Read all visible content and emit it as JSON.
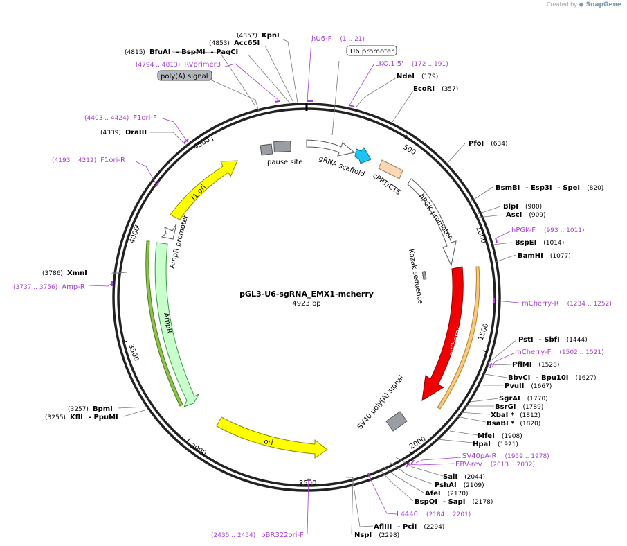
{
  "watermark": {
    "prefix": "Created by",
    "brand": "SnapGene"
  },
  "plasmid": {
    "name": "pGL3-U6-sgRNA_EMX1-mcherry",
    "length_label": "4923 bp",
    "length": 4923
  },
  "ticks": [
    {
      "pos": 500,
      "label": "500"
    },
    {
      "pos": 1000,
      "label": "1000"
    },
    {
      "pos": 1500,
      "label": "1500"
    },
    {
      "pos": 2000,
      "label": "2000"
    },
    {
      "pos": 2500,
      "label": "2500"
    },
    {
      "pos": 3000,
      "label": "3000"
    },
    {
      "pos": 3500,
      "label": "3500"
    },
    {
      "pos": 4000,
      "label": "4000"
    },
    {
      "pos": 4500,
      "label": "4500"
    }
  ],
  "features": [
    {
      "label": "pause site",
      "color": "#9a9ea4"
    },
    {
      "label": "gRNA scaffold",
      "color": "#ffffff"
    },
    {
      "label": "",
      "color": "#1ec4f0"
    },
    {
      "label": "cPPT/CTS",
      "color": "#fbd8b4"
    },
    {
      "label": "hPGK promoter",
      "color": "#ffffff"
    },
    {
      "label": "Kozak sequence",
      "color": "#9a9ea4"
    },
    {
      "label": "mCherry",
      "color": "#f00000"
    },
    {
      "label": "SV40 poly(A) signal",
      "color": "#9a9ea4"
    },
    {
      "label": "ori",
      "color": "#ffff00"
    },
    {
      "label": "AmpR",
      "color": "#c8ffcc"
    },
    {
      "label": "AmpR promoter",
      "color": "#ffffff"
    },
    {
      "label": "f1 ori",
      "color": "#ffff00"
    }
  ],
  "sites_right": [
    {
      "parts": [
        "EcoRI",
        "(357)"
      ]
    },
    {
      "parts": [
        "PfoI",
        "(634)"
      ]
    },
    {
      "parts": [
        "BsmBI",
        "- Esp3I",
        "- SpeI",
        "(820)"
      ]
    },
    {
      "parts": [
        "BlpI",
        "(900)"
      ]
    },
    {
      "parts": [
        "AscI",
        "(909)"
      ]
    },
    {
      "parts": [
        "BspEI",
        "(1014)"
      ]
    },
    {
      "parts": [
        "BamHI",
        "(1077)"
      ]
    },
    {
      "parts": [
        "PstI",
        "- SbfI",
        "(1444)"
      ]
    },
    {
      "parts": [
        "PflMI",
        "(1528)"
      ]
    },
    {
      "parts": [
        "BbvCI",
        "- Bpu10I",
        "(1627)"
      ]
    },
    {
      "parts": [
        "PvuII",
        "(1667)"
      ]
    },
    {
      "parts": [
        "SgrAI",
        "(1770)"
      ]
    },
    {
      "parts": [
        "BsrGI",
        "(1789)"
      ]
    },
    {
      "parts": [
        "XbaI *",
        "(1812)"
      ]
    },
    {
      "parts": [
        "BsaBI *",
        "(1820)"
      ]
    },
    {
      "parts": [
        "MfeI",
        "(1908)"
      ]
    },
    {
      "parts": [
        "HpaI",
        "(1921)"
      ]
    },
    {
      "parts": [
        "SalI",
        "(2044)"
      ]
    },
    {
      "parts": [
        "PshAI",
        "(2109)"
      ]
    },
    {
      "parts": [
        "AfeI",
        "(2170)"
      ]
    },
    {
      "parts": [
        "BspQI",
        "- SapI",
        "(2178)"
      ]
    },
    {
      "parts": [
        "AflIII",
        "- PciI",
        "(2294)"
      ]
    },
    {
      "parts": [
        "NspI",
        "(2298)"
      ]
    },
    {
      "parts": [
        "NdeI",
        "(179)"
      ]
    }
  ],
  "sites_left": [
    {
      "parts": [
        "(4857)",
        "KpnI"
      ]
    },
    {
      "parts": [
        "(4853)",
        "Acc65I"
      ]
    },
    {
      "parts": [
        "(4815)",
        "BfuAI",
        "- BspMI",
        "- PaqCI"
      ]
    },
    {
      "parts": [
        "(4339)",
        "DraIII"
      ]
    },
    {
      "parts": [
        "(3786)",
        "XmnI"
      ]
    },
    {
      "parts": [
        "(3257)",
        "BpmI"
      ]
    },
    {
      "parts": [
        "(3255)",
        "KflI",
        "- PpuMI"
      ]
    }
  ],
  "primers": [
    {
      "parts": [
        "hU6-F",
        "(1 .. 21)"
      ]
    },
    {
      "parts": [
        "LKO.1 5'",
        "(172 .. 191)"
      ]
    },
    {
      "parts": [
        "(4794 .. 4813)",
        "RVprimer3"
      ]
    },
    {
      "parts": [
        "(4403 .. 4424)",
        "F1ori-F"
      ]
    },
    {
      "parts": [
        "(4193 .. 4212)",
        "F1ori-R"
      ]
    },
    {
      "parts": [
        "(3737 .. 3756)",
        "Amp-R"
      ]
    },
    {
      "parts": [
        "hPGK-F",
        "(993 .. 1011)"
      ]
    },
    {
      "parts": [
        "mCherry-R",
        "(1234 .. 1252)"
      ]
    },
    {
      "parts": [
        "mCherry-F",
        "(1502 .. 1521)"
      ]
    },
    {
      "parts": [
        "SV40pA-R",
        "(1959 .. 1978)"
      ]
    },
    {
      "parts": [
        "EBV-rev",
        "(2013 .. 2032)"
      ]
    },
    {
      "parts": [
        "L4440",
        "(2184 .. 2201)"
      ]
    },
    {
      "parts": [
        "(2435 .. 2454)",
        "pBR322ori-F"
      ]
    }
  ],
  "boxed_labels": [
    {
      "text": "U6 promoter",
      "fill": "#ffffff"
    },
    {
      "text": "poly(A) signal",
      "fill": "#b4b8bc"
    }
  ],
  "colors": {
    "primer": "#a23fd4",
    "backbone": "#222222"
  }
}
